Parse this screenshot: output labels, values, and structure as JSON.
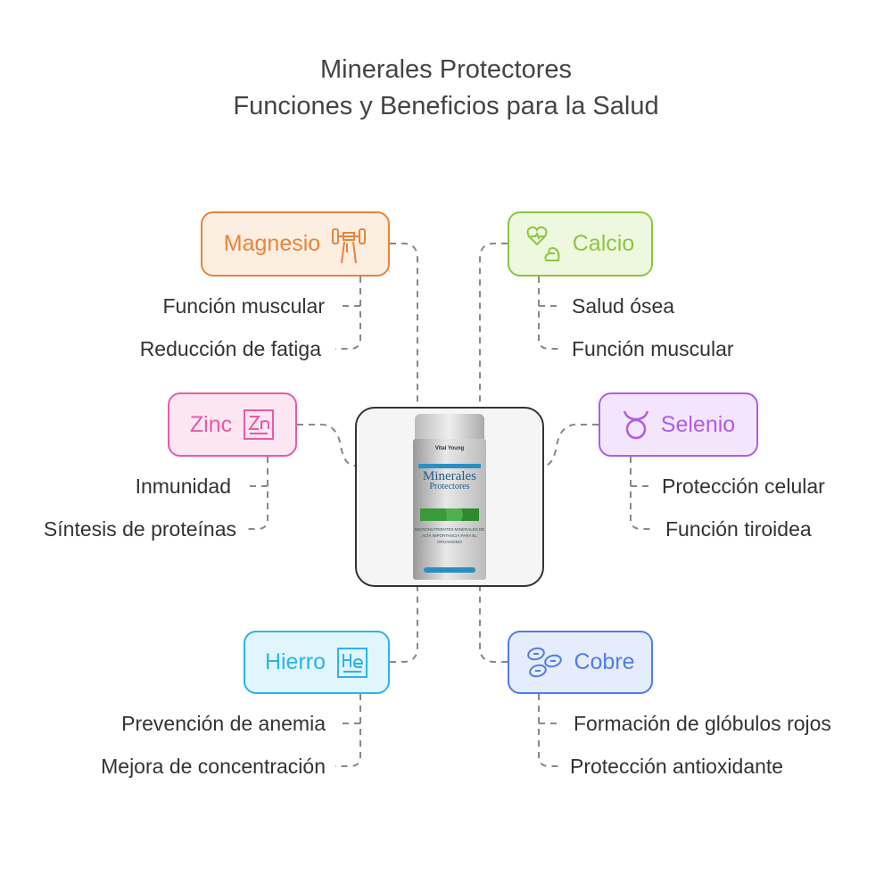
{
  "title": {
    "line1": "Minerales Protectores",
    "line2": "Funciones y Beneficios para la Salud"
  },
  "product": {
    "brand": "Vital Young",
    "name1": "Minerales",
    "name2": "Protectores",
    "desc": "MICRONUTRIENTES MINERALES DE ALTA IMPORTANCIA PARA EL ORGANISMO"
  },
  "minerals": [
    {
      "name": "Magnesio",
      "icon": "dumbbell-hand-icon",
      "color": "#e8843a",
      "fill": "#fdeee2",
      "items": [
        "Función muscular",
        "Reducción de fatiga"
      ]
    },
    {
      "name": "Calcio",
      "icon": "heart-muscle-icon",
      "color": "#8cc63f",
      "fill": "#eef8df",
      "items": [
        "Salud ósea",
        "Función muscular"
      ]
    },
    {
      "name": "Zinc",
      "icon": "zn-symbol-icon",
      "color": "#e85aa8",
      "fill": "#fce6f1",
      "items": [
        "Inmunidad",
        "Síntesis de proteínas"
      ]
    },
    {
      "name": "Selenio",
      "icon": "taurus-icon",
      "color": "#b05ce6",
      "fill": "#f3e6fc",
      "items": [
        "Protección celular",
        "Función tiroidea"
      ]
    },
    {
      "name": "Hierro",
      "icon": "fe-symbol-icon",
      "color": "#2bb5e6",
      "fill": "#e1f5fc",
      "items": [
        "Prevención de anemia",
        "Mejora de concentración"
      ]
    },
    {
      "name": "Cobre",
      "icon": "blood-cells-icon",
      "color": "#4f7de8",
      "fill": "#e5edfc",
      "items": [
        "Formación de glóbulos rojos",
        "Protección antioxidante"
      ]
    }
  ]
}
